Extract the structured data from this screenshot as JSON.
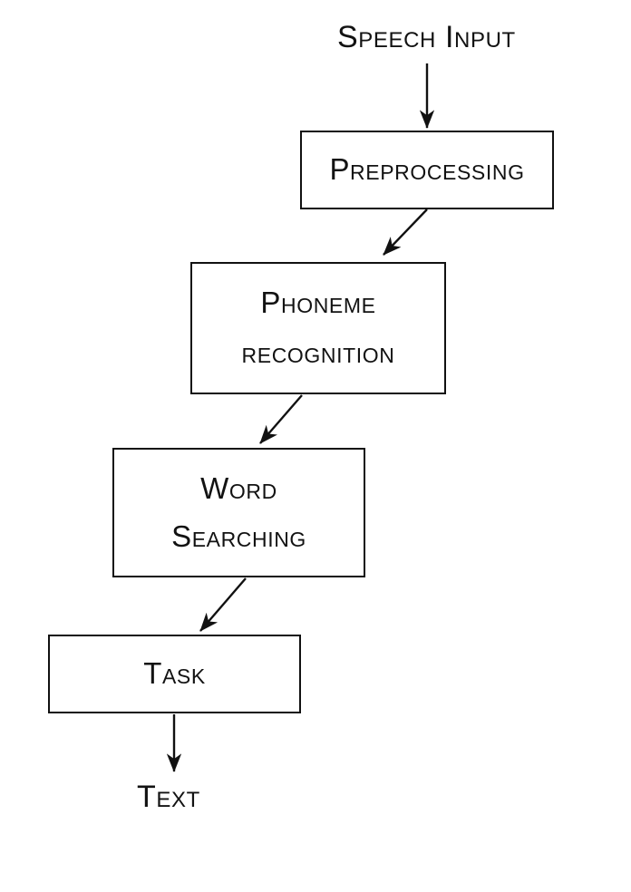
{
  "diagram": {
    "title": "Speech recognition pipeline flowchart",
    "background_color": "#ffffff",
    "stroke_color": "#111111",
    "text_color": "#121212",
    "labels": {
      "input": "Speech Input",
      "output": "Text"
    },
    "nodes": [
      {
        "id": "preprocessing",
        "lines": [
          "Preprocessing"
        ]
      },
      {
        "id": "phoneme-recognition",
        "lines": [
          "Phoneme",
          "recognition"
        ]
      },
      {
        "id": "word-searching",
        "lines": [
          "Word",
          "Searching"
        ]
      },
      {
        "id": "task",
        "lines": [
          "Task"
        ]
      }
    ],
    "edges": [
      {
        "from": "Speech Input",
        "to": "Preprocessing",
        "style": "vertical"
      },
      {
        "from": "Preprocessing",
        "to": "Phoneme recognition",
        "style": "diagonal"
      },
      {
        "from": "Phoneme recognition",
        "to": "Word Searching",
        "style": "diagonal"
      },
      {
        "from": "Word Searching",
        "to": "Task",
        "style": "diagonal"
      },
      {
        "from": "Task",
        "to": "Text",
        "style": "vertical"
      }
    ]
  }
}
